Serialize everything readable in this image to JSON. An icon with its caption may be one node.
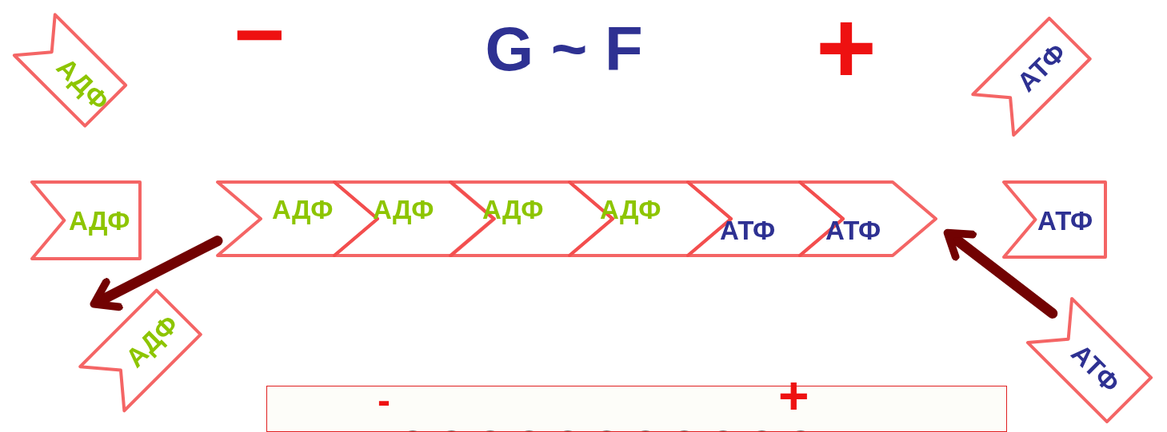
{
  "diagram": {
    "title": "G ~ F",
    "nodes": [
      {
        "text": [
          "АДФ"
        ]
      },
      {
        "text": [
          "АТФ"
        ]
      },
      {
        "text": [
          "АДФ"
        ]
      },
      {
        "text": [],
        "shape": "bar"
      },
      {
        "text": [
          "АДФ"
        ],
        "in": 3
      },
      {
        "text": [
          "АДФ"
        ],
        "in": 3
      },
      {
        "text": [
          "АДФ"
        ],
        "in": 3
      },
      {
        "text": [
          "АДФ"
        ],
        "in": 3
      },
      {
        "text": [
          "АТФ"
        ],
        "in": 3
      },
      {
        "text": [
          "АТФ"
        ],
        "in": 3
      },
      {
        "text": [
          "АТФ"
        ]
      },
      {
        "text": [
          "АДФ"
        ]
      },
      {
        "text": [
          "АТФ"
        ]
      }
    ],
    "edges": [
      {
        "from": 3,
        "to": 11,
        "arrow": "to"
      },
      {
        "from": 12,
        "to": 3,
        "arrow": "to"
      }
    ],
    "labels": [
      "−",
      "+",
      "-",
      "+"
    ]
  }
}
